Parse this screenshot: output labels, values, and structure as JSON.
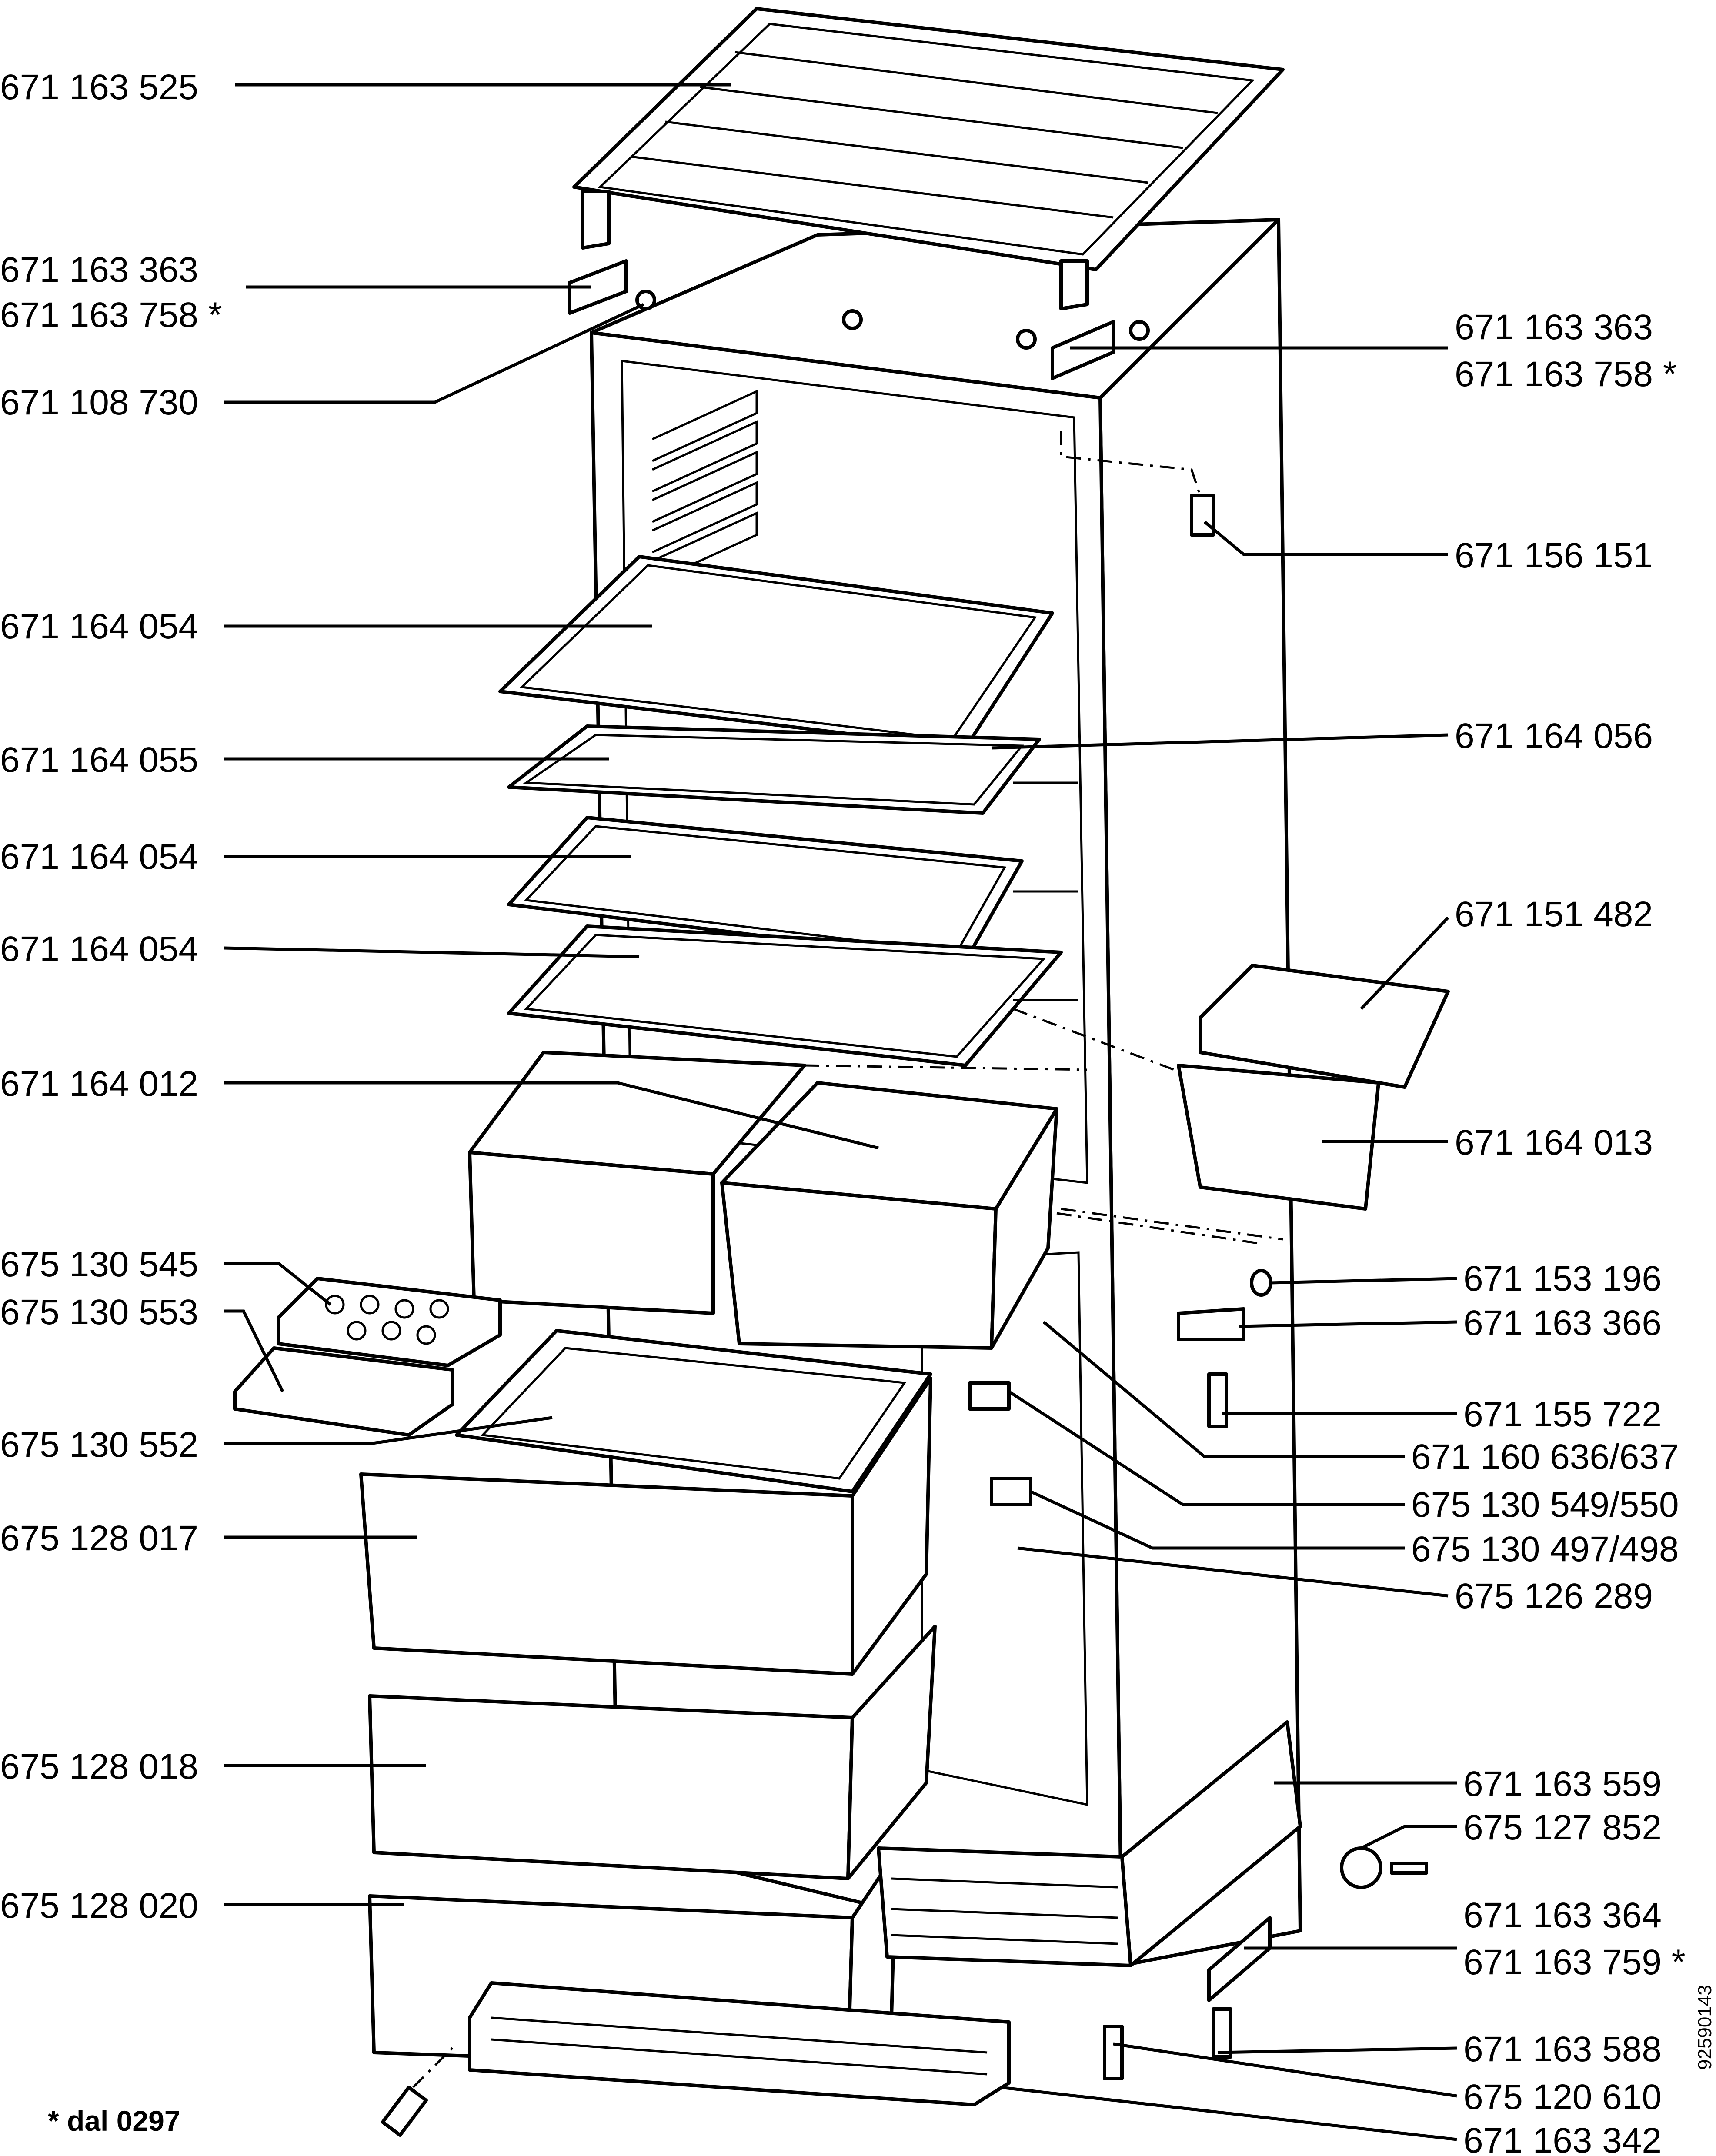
{
  "labels_left": [
    "671 163 525",
    "671 163 363",
    "671 163 758 *",
    "671 108 730",
    "671 164 054",
    "671 164 055",
    "671 164 054",
    "671 164 054",
    "671 164 012",
    "675 130 545",
    "675 130 553",
    "675 130 552",
    "675 128 017",
    "675 128 018",
    "675 128 020"
  ],
  "labels_right": [
    "671 163 363",
    "671 163 758 *",
    "671 156 151",
    "671 164 056",
    "671 151 482",
    "671 164 013",
    "671 153 196",
    "671 163 366",
    "671 155 722",
    "671 160 636/637",
    "675 130 549/550",
    "675 130 497/498",
    "675 126 289",
    "671 163 559",
    "675 127 852",
    "671 163 364",
    "671 163 759 *",
    "671 163 588",
    "675 120 610",
    "671 163 342"
  ],
  "footnote": "* dal 0297",
  "drawing_code": "92590143"
}
